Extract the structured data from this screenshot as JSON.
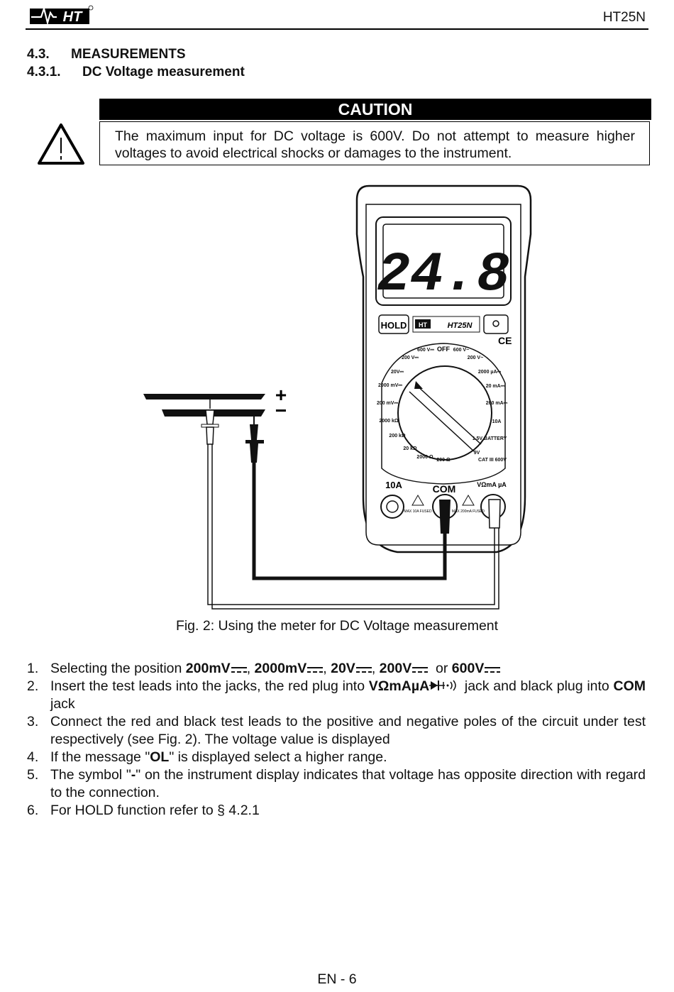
{
  "header": {
    "logo_text": "HT",
    "model": "HT25N"
  },
  "section": {
    "num": "4.3.",
    "title": "MEASUREMENTS"
  },
  "subsection": {
    "num": "4.3.1.",
    "title": "DC Voltage measurement"
  },
  "caution": {
    "title": "CAUTION",
    "text": "The maximum input for DC voltage is 600V. Do not attempt to measure higher voltages to avoid electrical shocks or damages to the instrument."
  },
  "figure": {
    "display_value": "24.8",
    "hold_label": "HOLD",
    "brand_label": "HT",
    "model_label": "HT25N",
    "plus": "+",
    "minus": "−",
    "dial": {
      "off": "OFF",
      "labels": [
        "600 V⎓",
        "200 V⎓",
        "20V⎓",
        "2000 mV⎓",
        "200 mV⎓",
        "2000 kΩ",
        "200 kΩ",
        "20 kΩ",
        "2000 Ω",
        "200 Ω",
        "600 V~",
        "200 V~",
        "2000 µA⎓",
        "20 mA⎓",
        "200 mA⎓",
        "10A",
        "1.5V BATTERY",
        "9V",
        "CAT III 600V"
      ]
    },
    "jacks": {
      "a10": "10A",
      "com": "COM",
      "vohm": "VΩmA µA",
      "fuse1": "MAX 10A FUSED",
      "fuse2": "MAX 200mA FUSED"
    },
    "caption": "Fig. 2: Using the meter for DC Voltage measurement"
  },
  "steps": [
    {
      "n": "1.",
      "parts": [
        "Selecting the position ",
        "200mV",
        ", ",
        "2000mV",
        ", ",
        "20V",
        ", ",
        "200V",
        "  or ",
        "600V"
      ]
    },
    {
      "n": "2.",
      "parts": [
        "Insert the test leads into the jacks, the red plug into ",
        "VΩmAµA",
        " jack and black plug into ",
        "COM",
        " jack"
      ]
    },
    {
      "n": "3.",
      "text": "Connect the red and black test leads to the positive and negative poles of the circuit under test respectively (see Fig. 2). The voltage value is displayed"
    },
    {
      "n": "4.",
      "parts": [
        "If the message \"",
        "OL",
        "\" is displayed select a higher range."
      ]
    },
    {
      "n": "5.",
      "parts": [
        "The symbol \"",
        "-",
        "\" on the instrument display indicates that voltage has opposite direction with regard to the connection."
      ]
    },
    {
      "n": "6.",
      "text": "For HOLD function refer to § 4.2.1"
    }
  ],
  "footer": {
    "page": "EN - 6"
  }
}
